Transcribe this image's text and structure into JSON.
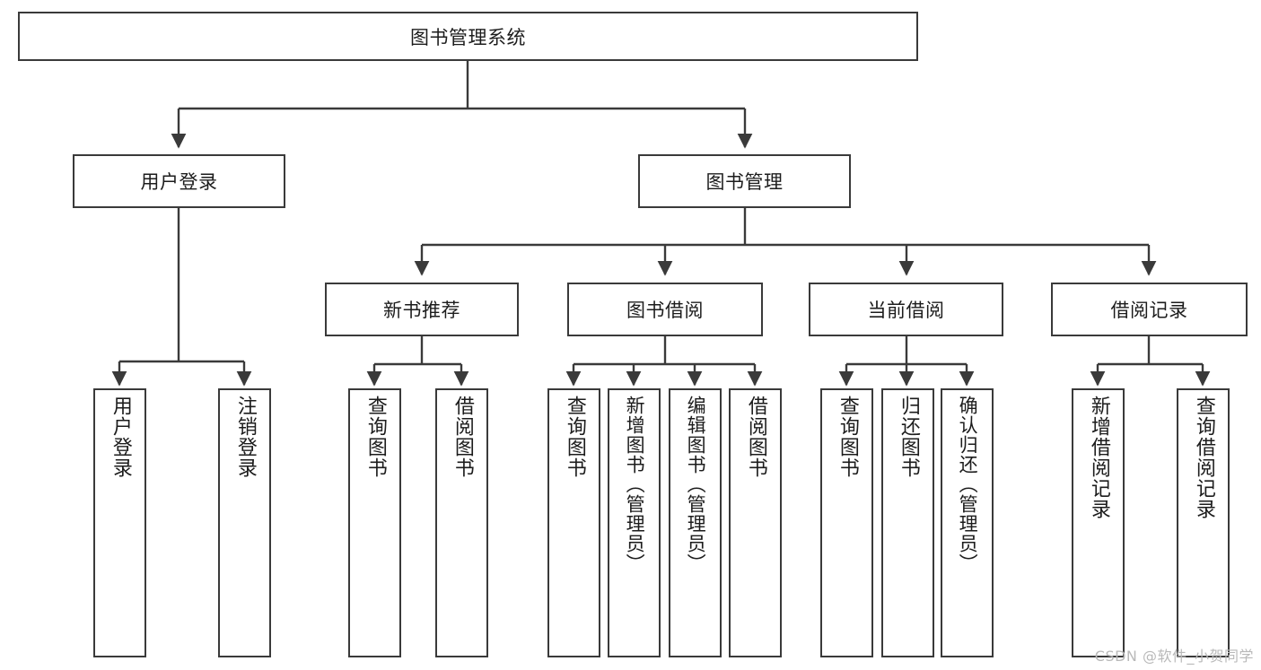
{
  "diagram": {
    "title": "图书管理系统",
    "type": "hierarchy-tree",
    "watermark": "CSDN @软件_小贺同学",
    "colors": {
      "stroke": "#3a3a3a",
      "fill": "#ffffff",
      "text": "#1c1c1c",
      "watermark": "#b9b9b9"
    },
    "root": {
      "label": "图书管理系统"
    },
    "level2": [
      {
        "label": "用户登录"
      },
      {
        "label": "图书管理"
      }
    ],
    "level3": [
      {
        "label": "新书推荐"
      },
      {
        "label": "图书借阅"
      },
      {
        "label": "当前借阅"
      },
      {
        "label": "借阅记录"
      }
    ],
    "leaves": {
      "user_login": [
        {
          "label": "用户登录"
        },
        {
          "label": "注销登录"
        }
      ],
      "new_book_recommend": [
        {
          "label": "查询图书"
        },
        {
          "label": "借阅图书"
        }
      ],
      "book_borrow": [
        {
          "label": "查询图书"
        },
        {
          "label": "新增图书（管理员）"
        },
        {
          "label": "编辑图书（管理员）"
        },
        {
          "label": "借阅图书"
        }
      ],
      "current_borrow": [
        {
          "label": "查询图书"
        },
        {
          "label": "归还图书"
        },
        {
          "label": "确认归还（管理员）"
        }
      ],
      "borrow_record": [
        {
          "label": "新增借阅记录"
        },
        {
          "label": "查询借阅记录"
        }
      ]
    }
  }
}
